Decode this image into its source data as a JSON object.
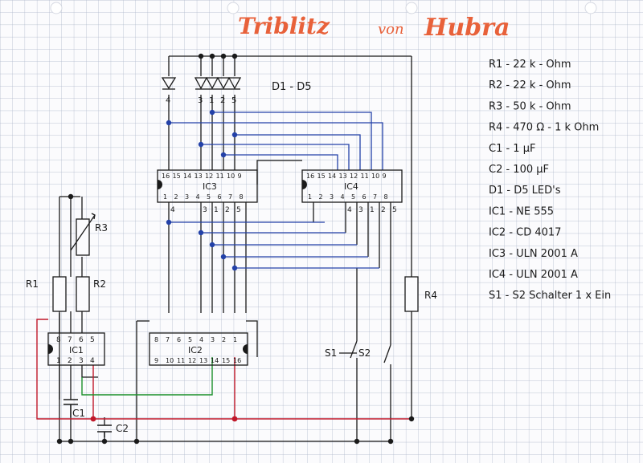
{
  "title": {
    "word1": "Triblitz",
    "word2": "von",
    "word3": "Hubra"
  },
  "leds": {
    "group_label": "D1 - D5",
    "labels": [
      "4",
      "3",
      "1",
      "2",
      "5"
    ]
  },
  "ic3": {
    "name": "IC3",
    "top_pins": [
      "16",
      "15",
      "14",
      "13",
      "12",
      "11",
      "10",
      "9"
    ],
    "bottom_pins": [
      "1",
      "2",
      "3",
      "4",
      "5",
      "6",
      "7",
      "8"
    ],
    "sub_labels": [
      "4",
      "3",
      "1",
      "2",
      "5"
    ]
  },
  "ic4": {
    "name": "IC4",
    "top_pins": [
      "16",
      "15",
      "14",
      "13",
      "12",
      "11",
      "10",
      "9"
    ],
    "bottom_pins": [
      "1",
      "2",
      "3",
      "4",
      "5",
      "6",
      "7",
      "8"
    ],
    "sub_labels": [
      "4",
      "3",
      "1",
      "2",
      "5"
    ]
  },
  "ic1": {
    "name": "IC1",
    "top_pins": [
      "8",
      "7",
      "6",
      "5"
    ],
    "bottom_pins": [
      "1",
      "2",
      "3",
      "4"
    ]
  },
  "ic2": {
    "name": "IC2",
    "top_pins": [
      "8",
      "7",
      "6",
      "5",
      "4",
      "3",
      "2",
      "1"
    ],
    "bottom_pins": [
      "9",
      "10",
      "11",
      "12",
      "13",
      "14",
      "15",
      "16"
    ]
  },
  "components": {
    "r1": "R1",
    "r2": "R2",
    "r3": "R3",
    "r4": "R4",
    "c1": "C1",
    "c2": "C2",
    "s1": "S1",
    "s2": "S2"
  },
  "parts_list": [
    "R1 - 22 k - Ohm",
    "R2 - 22 k - Ohm",
    "R3 - 50 k - Ohm",
    "R4 - 470 Ω - 1 k Ohm",
    "C1 - 1 µF",
    "C2 - 100 µF",
    "D1 - D5  LED's",
    "IC1 - NE 555",
    "IC2 - CD 4017",
    "IC3 - ULN 2001 A",
    "IC4 - ULN 2001 A",
    "S1 - S2  Schalter 1 x Ein"
  ],
  "colors": {
    "paper": "#fbfbfd",
    "grid": "#aab4c8",
    "ink": "#1a1a1a",
    "blue_wire": "#2341a8",
    "red_wire": "#c0182a",
    "green_wire": "#1b8f2a",
    "title": "#e8613a"
  }
}
